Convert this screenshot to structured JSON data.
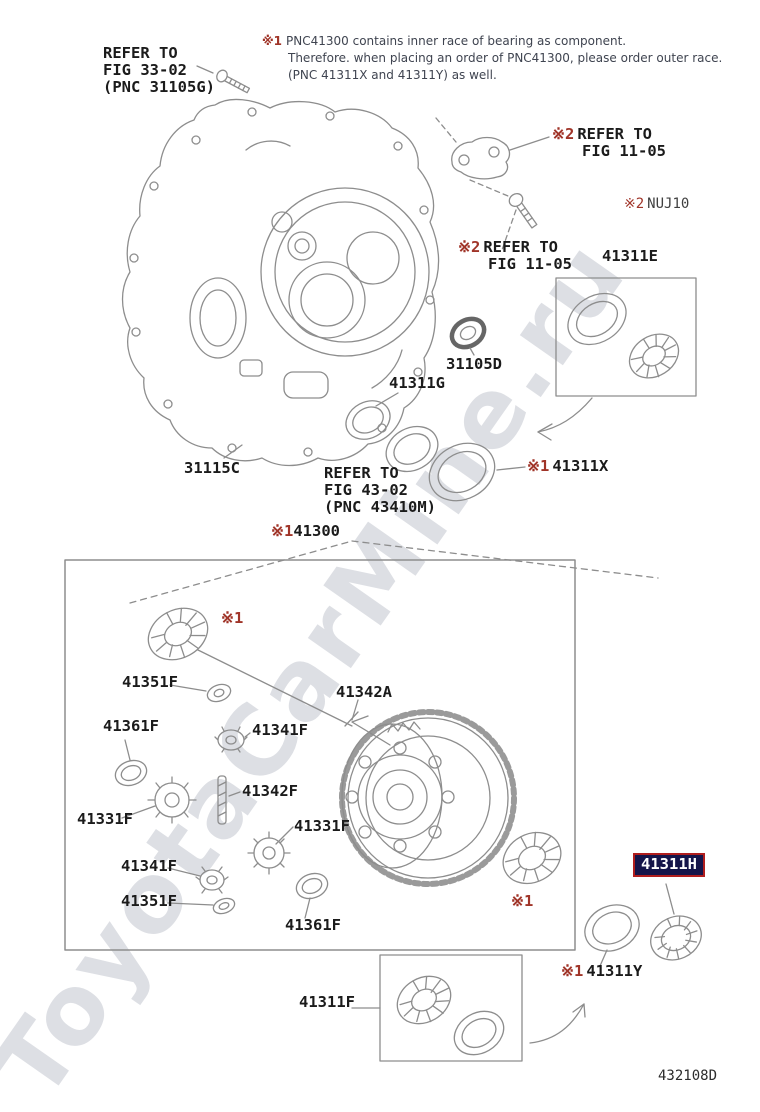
{
  "watermark": {
    "diagonal": "ToyotaCarMine.ru"
  },
  "note": {
    "marker": "※1",
    "line1": "PNC41300 contains inner race of bearing as component.",
    "line2": "Therefore. when placing an order of PNC41300, please order outer race.",
    "line3": "(PNC 41311X and 41311Y) as well."
  },
  "refs": {
    "fig3302": {
      "line1": "REFER TO",
      "line2": "FIG 33-02",
      "line3": "(PNC 31105G)"
    },
    "fig1105a": {
      "marker": "※2",
      "line1": "REFER TO",
      "line2": "FIG 11-05"
    },
    "fig1105b": {
      "marker": "※2",
      "line1": "REFER TO",
      "line2": "FIG 11-05"
    },
    "fig4302": {
      "line1": "REFER TO",
      "line2": "FIG 43-02",
      "line3": "(PNC 43410M)"
    },
    "nuj10": {
      "marker": "※2",
      "text": "NUJ10"
    }
  },
  "parts": {
    "p41311E": "41311E",
    "p31105D": "31105D",
    "p41311G": "41311G",
    "p31115C": "31115C",
    "p41311X": {
      "marker": "※1",
      "text": "41311X"
    },
    "p41300": {
      "marker": "※1",
      "text": "41300"
    },
    "p41351F_top": "41351F",
    "p41342A": "41342A",
    "p41361F_left": "41361F",
    "p41341F_top": "41341F",
    "p41342F": "41342F",
    "p41331F_left": "41331F",
    "p41331F_mid": "41331F",
    "p41341F_bottom": "41341F",
    "p41351F_bottom": "41351F",
    "p41361F_bottom": "41361F",
    "p41311H": "41311H",
    "p41311Y": {
      "marker": "※1",
      "text": "41311Y"
    },
    "p41311F": "41311F",
    "star1": "※1"
  },
  "footer": {
    "code": "432108D"
  },
  "colors": {
    "marker_red": "#a03428",
    "text_black": "#1b1b1b",
    "note_text": "#3f4450",
    "line_gray": "#8d8d8d",
    "highlight_bg": "#15154a",
    "highlight_text": "#ffffff",
    "highlight_border": "#b01e1e",
    "watermark_gray": "#969daa"
  }
}
